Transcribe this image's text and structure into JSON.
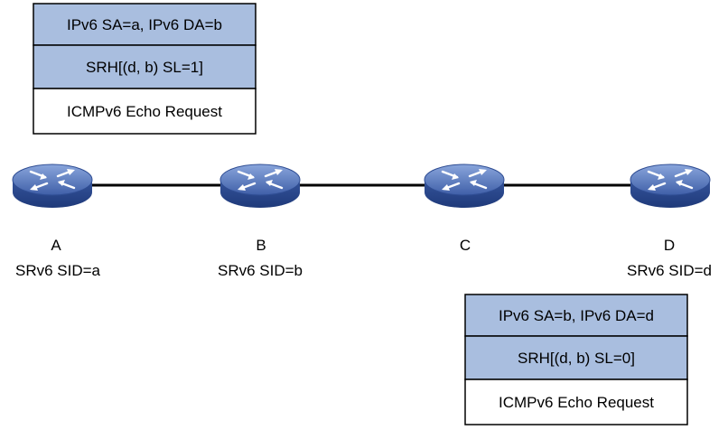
{
  "colors": {
    "header_fill": "#a9bedf",
    "body_fill": "#ffffff",
    "border": "#000000",
    "link": "#000000",
    "router_top_light": "#6f8fcf",
    "router_top_dark": "#3f5fa8",
    "router_side": "#2f4d93",
    "router_arrows": "#ffffff"
  },
  "routers": [
    {
      "id": "A",
      "name": "A",
      "sid": "SRv6 SID=a",
      "icon": "router-icon"
    },
    {
      "id": "B",
      "name": "B",
      "sid": "SRv6 SID=b",
      "icon": "router-icon"
    },
    {
      "id": "C",
      "name": "C",
      "sid": "",
      "icon": "router-icon"
    },
    {
      "id": "D",
      "name": "D",
      "sid": "SRv6 SID=d",
      "icon": "router-icon"
    }
  ],
  "links": [
    {
      "from": "A",
      "to": "B"
    },
    {
      "from": "B",
      "to": "C"
    },
    {
      "from": "C",
      "to": "D"
    }
  ],
  "packets": [
    {
      "id": "packet-a-to-b",
      "rows": [
        "IPv6 SA=a, IPv6 DA=b",
        "SRH[(d, b) SL=1]",
        "ICMPv6 Echo Request"
      ]
    },
    {
      "id": "packet-b-to-d",
      "rows": [
        "IPv6 SA=b, IPv6 DA=d",
        "SRH[(d, b) SL=0]",
        "ICMPv6 Echo Request"
      ]
    }
  ]
}
